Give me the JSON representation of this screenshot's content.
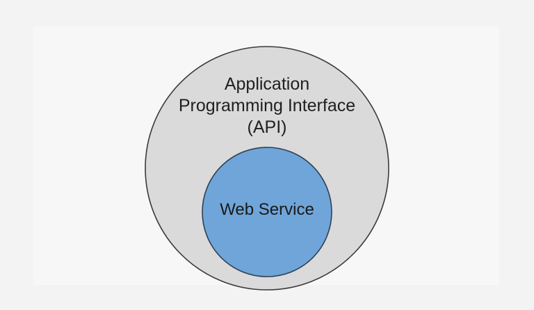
{
  "diagram": {
    "outer": {
      "label_lines": [
        "Application",
        "Programming Interface",
        "(API)"
      ],
      "fill": "#dadada",
      "stroke": "#3a3a3a"
    },
    "inner": {
      "label": "Web Service",
      "fill": "#6fa5d8",
      "stroke": "#2d3f55"
    }
  }
}
